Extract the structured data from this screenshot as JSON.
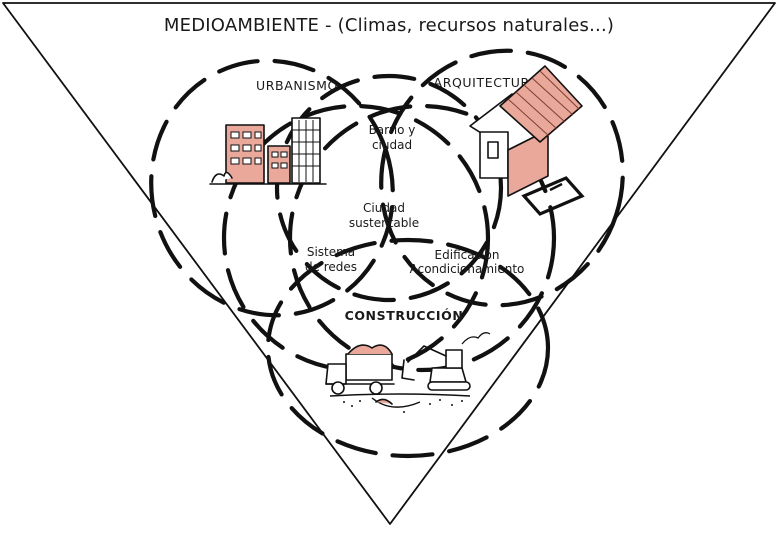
{
  "title": "MEDIOAMBIENTE - (Climas, recursos naturales...)",
  "sections": {
    "urbanismo": "URBANISMO",
    "arquitectura": "ARQUITECTURA",
    "construccion": "CONSTRUCCIÓN"
  },
  "intersections": {
    "barrio_line1": "Barrio y",
    "barrio_line2": "ciudad",
    "ciudad_line1": "Ciudad",
    "ciudad_line2": "sustentable",
    "sistema_line1": "Sistema",
    "sistema_line2": "de redes",
    "edificacion_line1": "Edificación",
    "edificacion_line2": "Acondicionamiento"
  },
  "colors": {
    "accent_fill": "#e9a89a",
    "ink": "#111111",
    "background": "#ffffff"
  },
  "icons": [
    "buildings-icon",
    "house-icon",
    "truck-icon",
    "excavator-icon"
  ]
}
